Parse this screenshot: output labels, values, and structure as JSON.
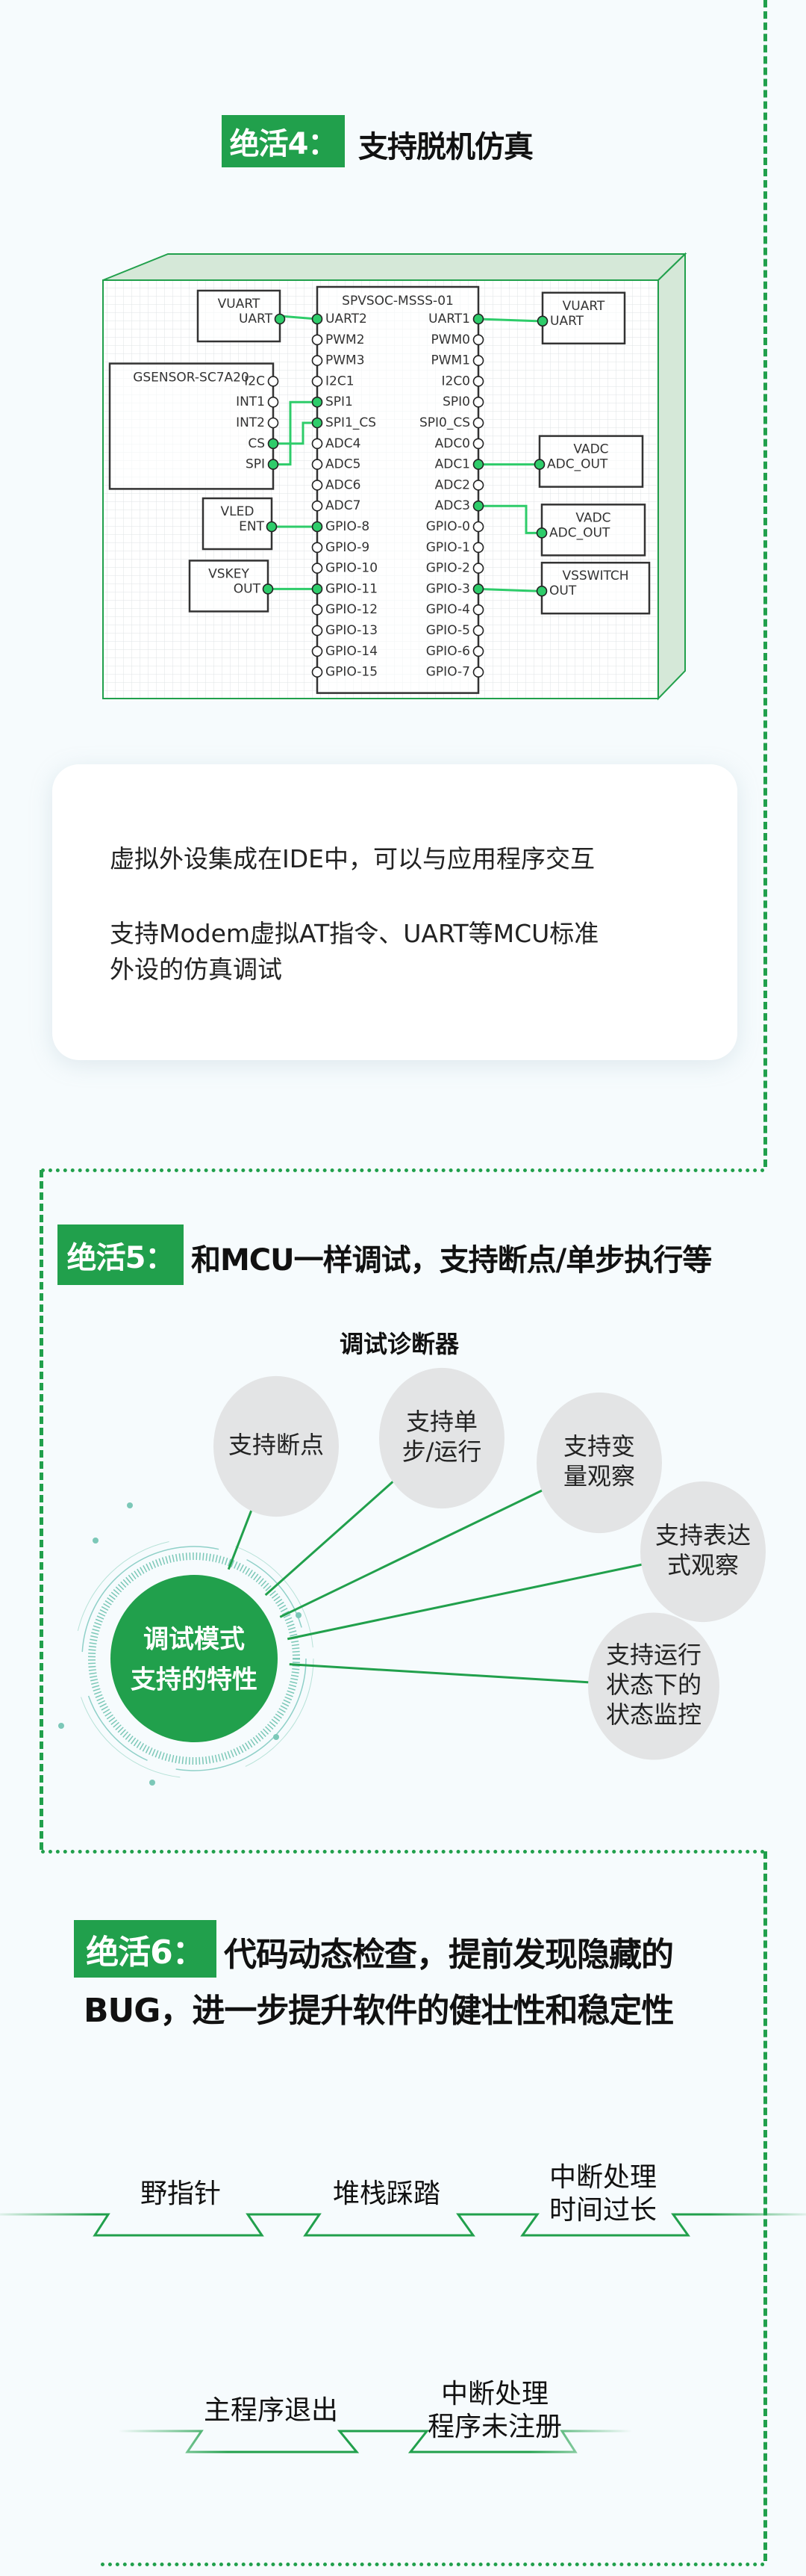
{
  "section4": {
    "badge": "绝活4：",
    "title": "支持脱机仿真",
    "card_lines": [
      "虚拟外设集成在IDE中，可以与应用程序交互",
      "支持Modem虚拟AT指令、UART等MCU标准",
      "外设的仿真调试"
    ]
  },
  "diagram": {
    "chip_title": "SPVSOC-MSSS-01",
    "left_pins": [
      "UART2",
      "PWM2",
      "PWM3",
      "I2C1",
      "SPI1",
      "SPI1_CS",
      "ADC4",
      "ADC5",
      "ADC6",
      "ADC7",
      "GPIO-8",
      "GPIO-9",
      "GPIO-10",
      "GPIO-11",
      "GPIO-12",
      "GPIO-13",
      "GPIO-14",
      "GPIO-15"
    ],
    "right_pins": [
      "UART1",
      "PWM0",
      "PWM1",
      "I2C0",
      "SPI0",
      "SPI0_CS",
      "ADC0",
      "ADC1",
      "ADC2",
      "ADC3",
      "GPIO-0",
      "GPIO-1",
      "GPIO-2",
      "GPIO-3",
      "GPIO-4",
      "GPIO-5",
      "GPIO-6",
      "GPIO-7"
    ],
    "left_connected": [
      0,
      4,
      5,
      10,
      13
    ],
    "right_connected": [
      0,
      7,
      9,
      13
    ],
    "gsensor": {
      "title": "GSENSOR-SC7A20",
      "pins": [
        "I2C",
        "INT1",
        "INT2",
        "CS",
        "SPI"
      ]
    },
    "peripherals": [
      {
        "title": "VUART",
        "pin": "UART"
      },
      {
        "title": "VUART",
        "pin": "UART"
      },
      {
        "title": "VLED",
        "pin": "ENT"
      },
      {
        "title": "VSKEY",
        "pin": "OUT"
      },
      {
        "title": "VADC",
        "pin": "ADC_OUT"
      },
      {
        "title": "VADC",
        "pin": "ADC_OUT"
      },
      {
        "title": "VSSWITCH",
        "pin": "OUT"
      }
    ]
  },
  "section5": {
    "badge": "绝活5：",
    "title": "和MCU一样调试，支持断点/单步执行等",
    "subtitle": "调试诊断器",
    "center": [
      "调试模式",
      "支持的特性"
    ],
    "bubbles": [
      [
        "支持断点"
      ],
      [
        "支持单",
        "步/运行"
      ],
      [
        "支持变",
        "量观察"
      ],
      [
        "支持表达",
        "式观察"
      ],
      [
        "支持运行",
        "状态下的",
        "状态监控"
      ]
    ]
  },
  "section6": {
    "badge": "绝活6：",
    "title_line1": "代码动态检查，提前发现隐藏的",
    "title_line2": "BUG，进一步提升软件的健壮性和稳定性",
    "row1": [
      [
        "野指针"
      ],
      [
        "堆栈踩踏"
      ],
      [
        "中断处理",
        "时间过长"
      ]
    ],
    "row2": [
      [
        "主程序退出"
      ],
      [
        "中断处理",
        "程序未注册"
      ]
    ]
  },
  "colors": {
    "accent": "#21a04c",
    "bubble": "#e3e4e5",
    "pin_on": "#2ecc6a"
  }
}
